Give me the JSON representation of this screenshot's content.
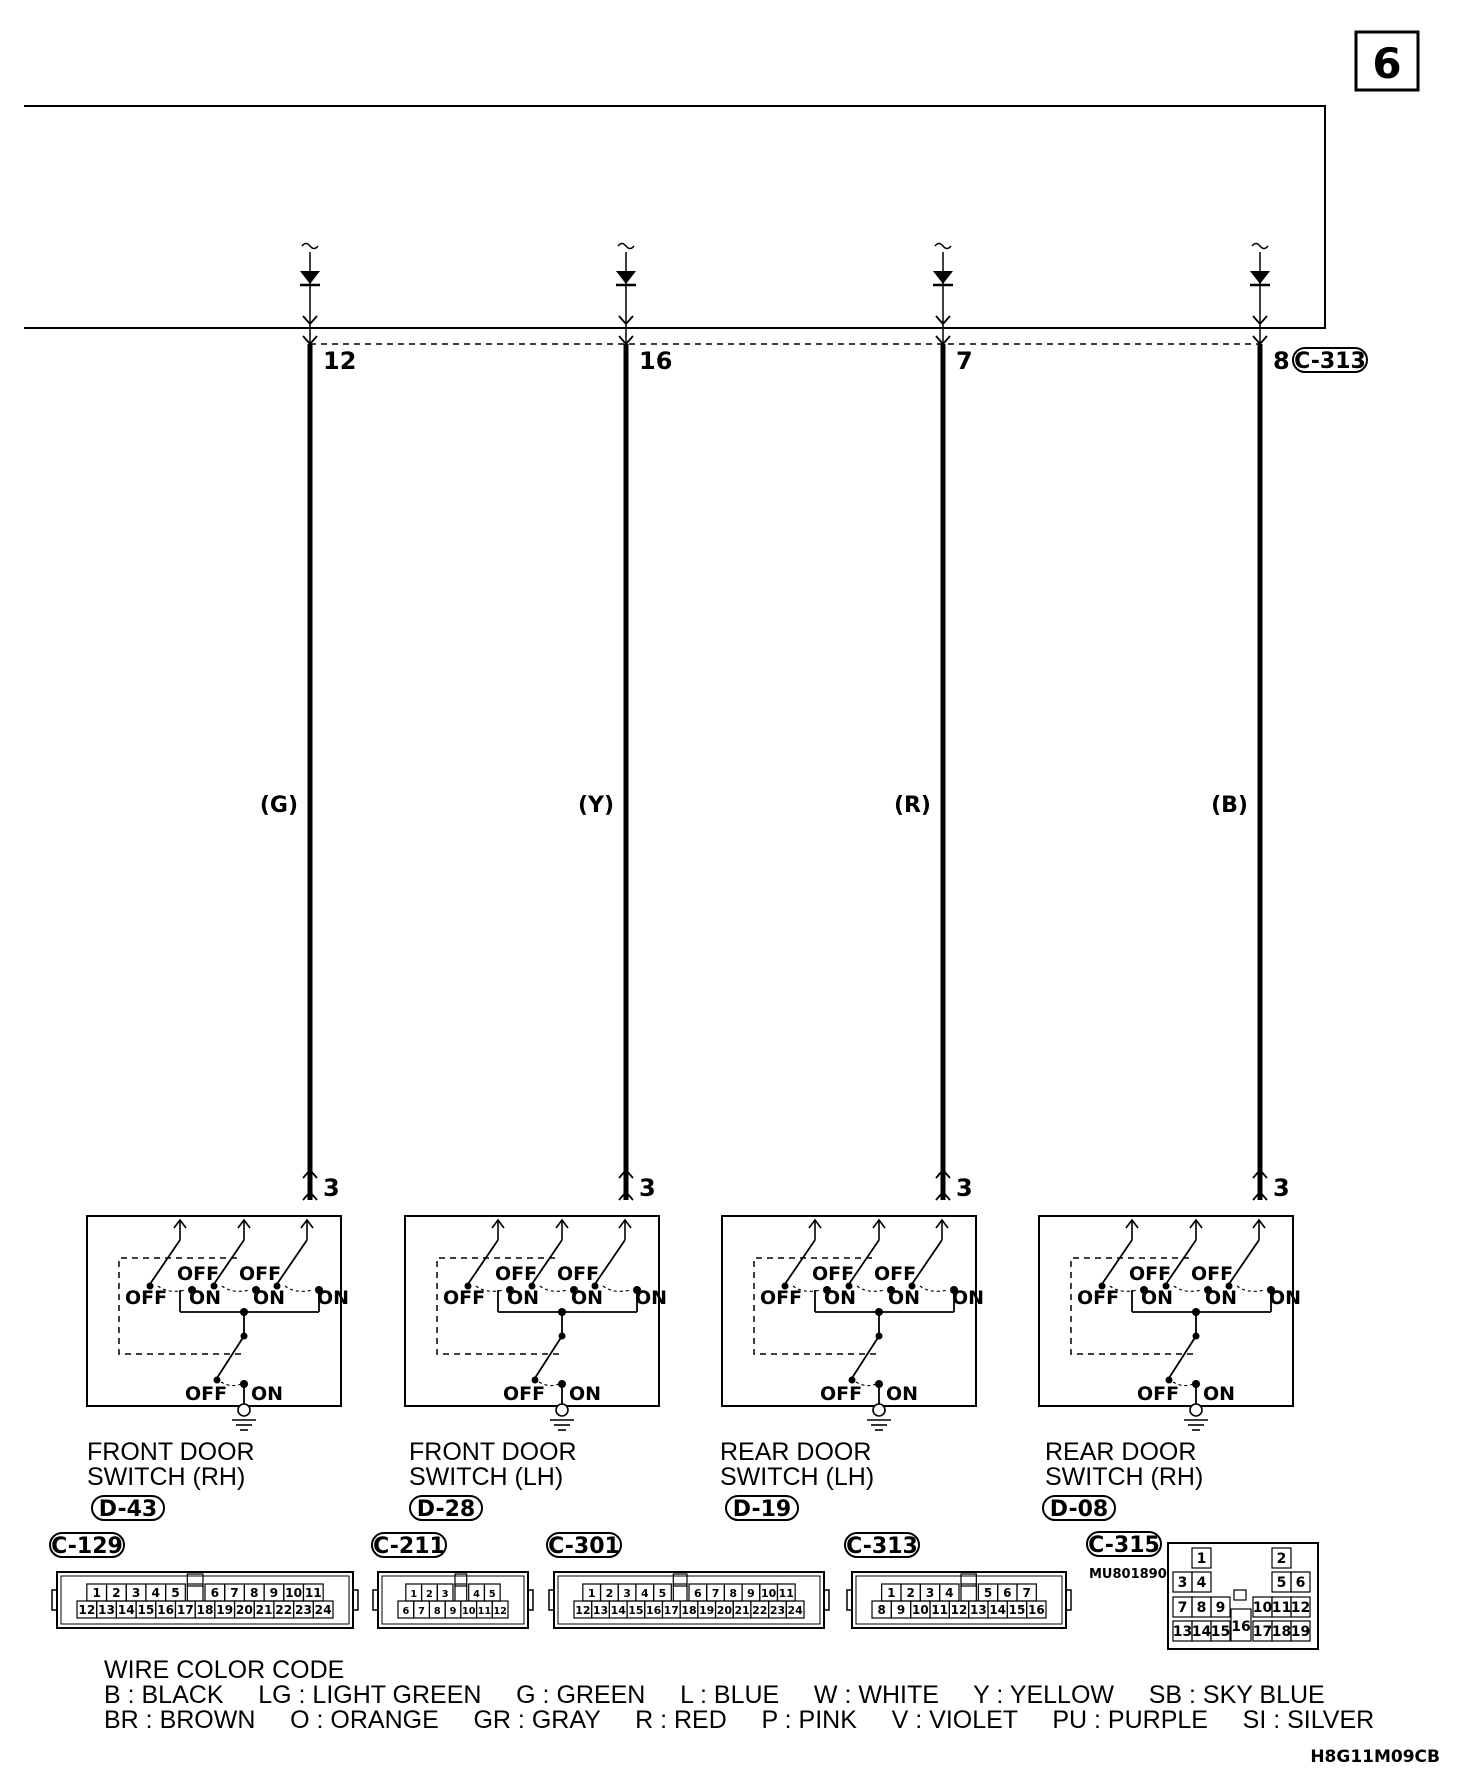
{
  "page_number": "6",
  "connector_top": "C-313",
  "wires": [
    {
      "pin": "12",
      "color_code": "(G)",
      "bottom_pin": "3"
    },
    {
      "pin": "16",
      "color_code": "(Y)",
      "bottom_pin": "3"
    },
    {
      "pin": "7",
      "color_code": "(R)",
      "bottom_pin": "3"
    },
    {
      "pin": "8",
      "color_code": "(B)",
      "bottom_pin": "3"
    }
  ],
  "switch_states": {
    "off": "OFF",
    "on": "ON"
  },
  "switches": [
    {
      "line1": "FRONT DOOR",
      "line2": "SWITCH (RH)",
      "connector": "D-43"
    },
    {
      "line1": "FRONT DOOR",
      "line2": "SWITCH (LH)",
      "connector": "D-28"
    },
    {
      "line1": "REAR DOOR",
      "line2": "SWITCH (LH)",
      "connector": "D-19"
    },
    {
      "line1": "REAR DOOR",
      "line2": "SWITCH (RH)",
      "connector": "D-08"
    }
  ],
  "connectors": [
    {
      "id": "C-129",
      "row1": [
        "1",
        "2",
        "3",
        "4",
        "5",
        "",
        "6",
        "7",
        "8",
        "9",
        "10",
        "11"
      ],
      "row2": [
        "12",
        "13",
        "14",
        "15",
        "16",
        "17",
        "18",
        "19",
        "20",
        "21",
        "22",
        "23",
        "24"
      ]
    },
    {
      "id": "C-211",
      "row1": [
        "1",
        "2",
        "3",
        "",
        "4",
        "5"
      ],
      "row2": [
        "6",
        "7",
        "8",
        "9",
        "10",
        "11",
        "12"
      ]
    },
    {
      "id": "C-301",
      "row1": [
        "1",
        "2",
        "3",
        "4",
        "5",
        "",
        "6",
        "7",
        "8",
        "9",
        "10",
        "11"
      ],
      "row2": [
        "12",
        "13",
        "14",
        "15",
        "16",
        "17",
        "18",
        "19",
        "20",
        "21",
        "22",
        "23",
        "24"
      ]
    },
    {
      "id": "C-313",
      "row1": [
        "1",
        "2",
        "3",
        "4",
        "",
        "5",
        "6",
        "7"
      ],
      "row2": [
        "8",
        "9",
        "10",
        "11",
        "12",
        "13",
        "14",
        "15",
        "16"
      ]
    },
    {
      "id": "C-315",
      "part": "MU801890",
      "pins": [
        "1",
        "2",
        "3",
        "4",
        "5",
        "6",
        "7",
        "8",
        "9",
        "10",
        "11",
        "12",
        "13",
        "14",
        "15",
        "16",
        "17",
        "18",
        "19"
      ]
    }
  ],
  "wire_color_code": {
    "title": "WIRE COLOR CODE",
    "line1": "B : BLACK     LG : LIGHT GREEN     G : GREEN     L : BLUE     W : WHITE     Y : YELLOW     SB : SKY BLUE",
    "line2": "BR : BROWN     O : ORANGE     GR : GRAY     R : RED     P : PINK     V : VIOLET     PU : PURPLE     SI : SILVER"
  },
  "diagram_code": "H8G11M09CB"
}
